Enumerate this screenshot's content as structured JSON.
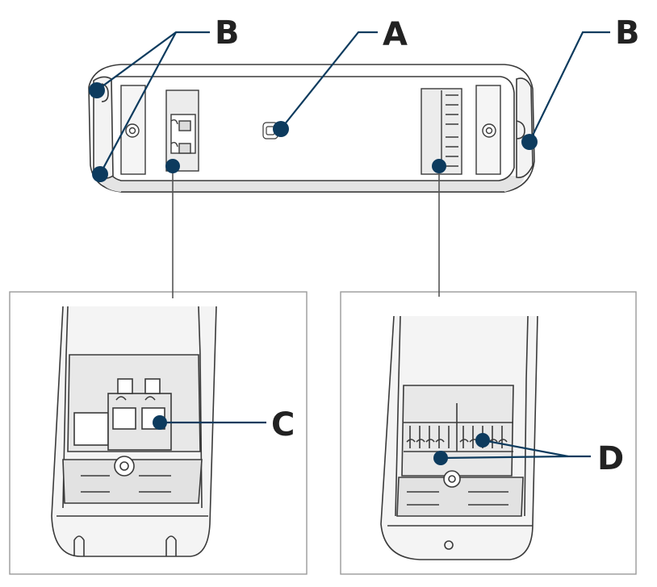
{
  "labels": {
    "a": "A",
    "b_left": "B",
    "b_right": "B",
    "c": "C",
    "d": "D"
  },
  "colors": {
    "marker": "#0d3b5e",
    "outline": "#3a3a3a",
    "shade": "#e4e4e4",
    "inset_border": "#9a9a9a",
    "label": "#222222"
  },
  "icons": [
    "callout-dot",
    "leader-line",
    "terminal-block",
    "screw-mount"
  ]
}
